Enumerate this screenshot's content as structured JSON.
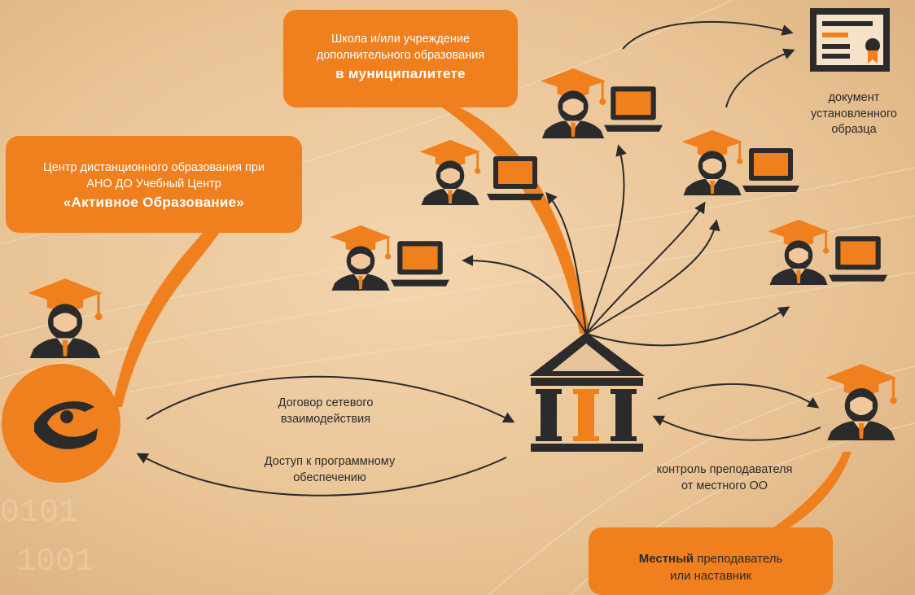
{
  "callouts": {
    "center": {
      "line1": "Центр дистанционного образования при",
      "line2": "АНО ДО Учебный Центр",
      "bold": "«Активное Образование»"
    },
    "school": {
      "line1": "Школа и/или учреждение",
      "line2": "дополнительного образования",
      "bold": "в муниципалитете"
    },
    "local_teacher": {
      "bold": "Местный",
      "rest": " преподаватель",
      "line2": "или наставник"
    }
  },
  "labels": {
    "contract": [
      "Договор сетевого",
      "взаимодействия"
    ],
    "access": [
      "Доступ к программному",
      "обеспечению"
    ],
    "control": [
      "контроль преподавателя",
      "от местного ОО"
    ],
    "certificate": [
      "документ",
      "установленного",
      "образца"
    ]
  },
  "colors": {
    "accent": "#f07f1d",
    "dark": "#2b2b2b",
    "background": "#e9c49a"
  },
  "icons": {
    "students": [
      "student-icon",
      "laptop-icon"
    ],
    "institution": "school-building-icon",
    "certificate": "certificate-icon",
    "logo": "active-education-logo"
  }
}
